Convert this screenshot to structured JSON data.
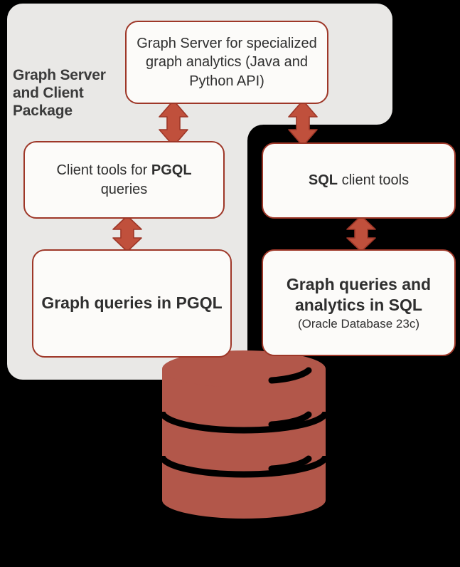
{
  "diagram": {
    "title": "Graph Server and Client Package architecture",
    "background_color": "#000000",
    "package": {
      "label": "Graph Server\nand Client\nPackage",
      "fill_color": "#E9E8E6",
      "label_color": "#3b3b3b"
    },
    "node_style": {
      "fill_color": "#FCFBF9",
      "border_color": "#9E3728",
      "text_color": "#2f2f2f"
    },
    "arrow_style": {
      "fill_color": "#C0503C",
      "border_color": "#9E3728",
      "kind": "double-headed-vertical-arrow"
    },
    "database_style": {
      "fill_color": "#B2574A",
      "line_color": "#000000"
    },
    "nodes": {
      "graph_server": {
        "text": "Graph Server for specialized graph analytics (Java and Python API)"
      },
      "pgql_client_tools": {
        "prefix": "Client tools for ",
        "emphasis": "PGQL",
        "suffix": " queries"
      },
      "sql_client_tools": {
        "emphasis": "SQL",
        "suffix": " client tools"
      },
      "pgql_queries": {
        "text": "Graph queries in PGQL"
      },
      "sql_queries": {
        "text": "Graph queries and analytics in SQL",
        "subtitle": "(Oracle Database 23c)"
      }
    },
    "connectors": [
      {
        "name": "graph-server-to-pgql-client-tools",
        "from": "graph_server",
        "to": "pgql_client_tools",
        "type": "bidirectional"
      },
      {
        "name": "graph-server-to-sql-client-tools",
        "from": "graph_server",
        "to": "sql_client_tools",
        "type": "bidirectional"
      },
      {
        "name": "pgql-client-tools-to-pgql-queries",
        "from": "pgql_client_tools",
        "to": "pgql_queries",
        "type": "bidirectional"
      },
      {
        "name": "sql-client-tools-to-sql-queries",
        "from": "sql_client_tools",
        "to": "sql_queries",
        "type": "bidirectional"
      }
    ],
    "database_icon": {
      "name": "database-cylinder-icon",
      "bands": 3
    }
  }
}
